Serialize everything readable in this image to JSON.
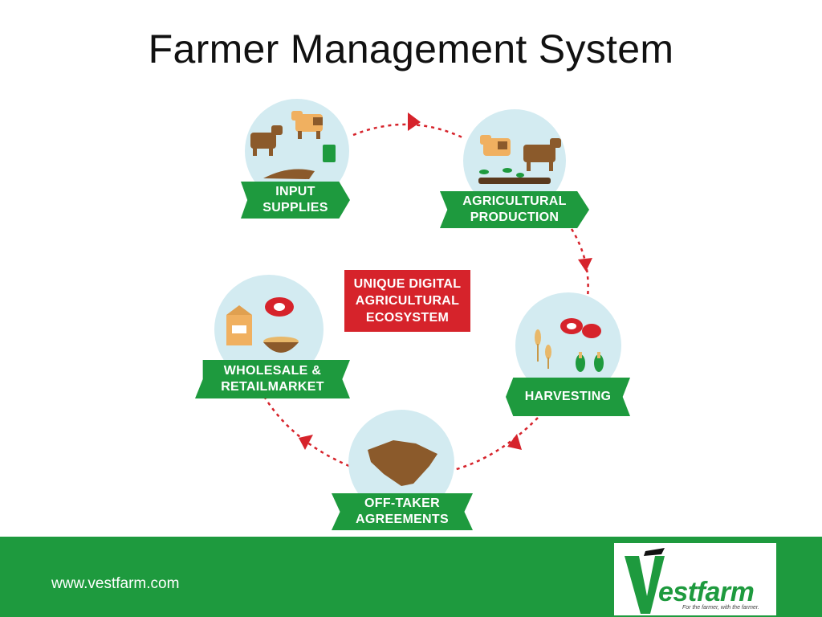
{
  "title": "Farmer Management System",
  "center_label": "UNIQUE DIGITAL\nAGRICULTURAL\nECOSYSTEM",
  "stages": [
    {
      "label": "INPUT\nSUPPLIES"
    },
    {
      "label": "AGRICULTURAL\nPRODUCTION"
    },
    {
      "label": "HARVESTING"
    },
    {
      "label": "OFF-TAKER\nAGREEMENTS"
    },
    {
      "label": "WHOLESALE &\nRETAILMARKET"
    }
  ],
  "footer": {
    "url": "www.vestfarm.com",
    "logo_text": "estfarm",
    "logo_tagline": "For the farmer, with the farmer."
  },
  "colors": {
    "green": "#1e9a3e",
    "red": "#d6232b",
    "circle": "#d3ebf1"
  }
}
